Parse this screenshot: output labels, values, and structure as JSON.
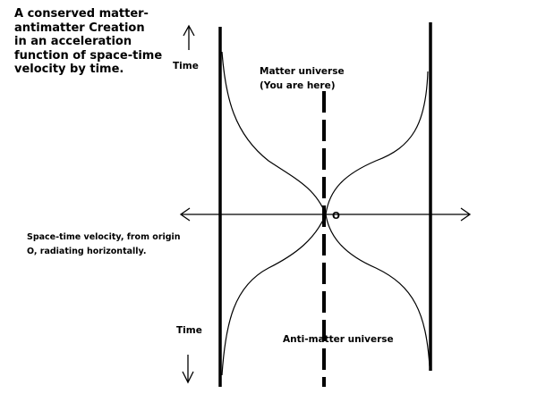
{
  "title_lines": [
    "A conserved matter-",
    "antimatter Creation",
    "in an acceleration",
    "function of space-time",
    "velocity by time."
  ],
  "labels": {
    "time_top": "Time",
    "time_bottom": "Time",
    "matter_line1": "Matter universe",
    "matter_line2": "(You are here)",
    "antimatter": "Anti-matter universe",
    "origin": "O",
    "velocity_line1": "Space-time velocity, from origin",
    "velocity_line2": "O, radiating horizontally."
  },
  "colors": {
    "ink": "#000000",
    "background": "#ffffff"
  }
}
